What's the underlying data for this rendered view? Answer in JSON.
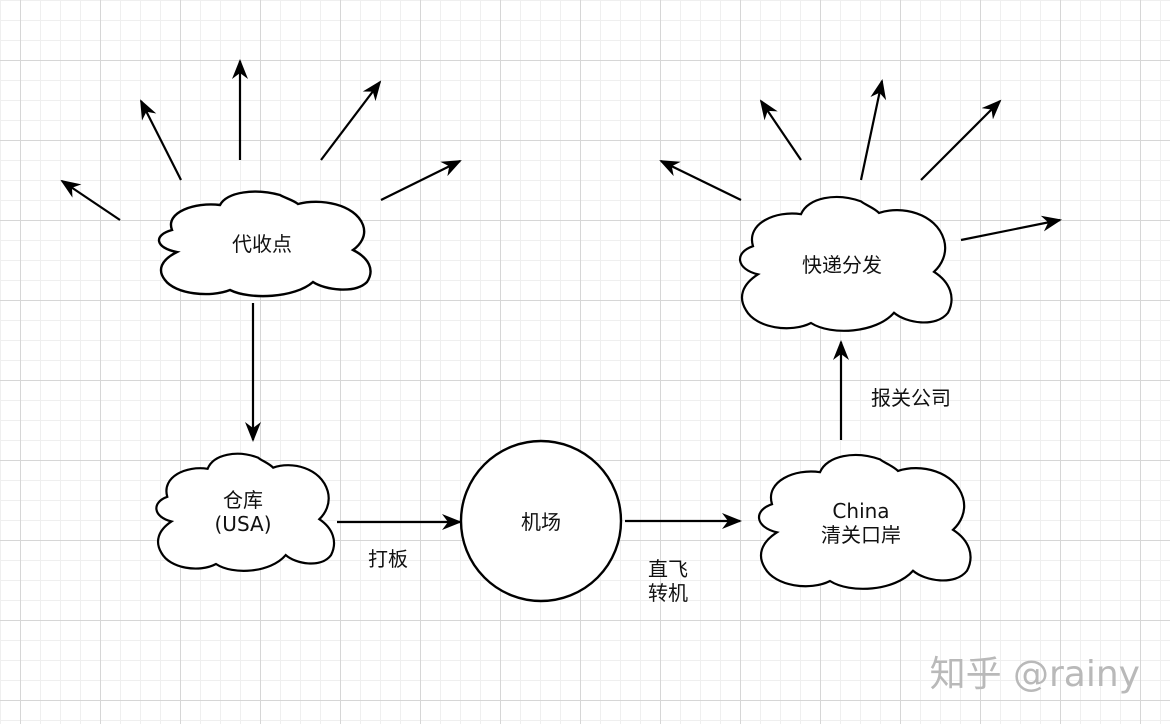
{
  "diagram": {
    "title": "",
    "nodes": {
      "pickup_point": {
        "label": "代收点",
        "shape": "cloud"
      },
      "warehouse": {
        "label_line1": "仓库",
        "label_line2": "(USA)",
        "shape": "cloud"
      },
      "airport": {
        "label": "机场",
        "shape": "circle"
      },
      "china_port": {
        "label_line1": "China",
        "label_line2": "清关口岸",
        "shape": "cloud"
      },
      "express_dispatch": {
        "label": "快递分发",
        "shape": "cloud"
      }
    },
    "edges": [
      {
        "from": "pickup_point",
        "to": "warehouse",
        "label": ""
      },
      {
        "from": "warehouse",
        "to": "airport",
        "label": "打板"
      },
      {
        "from": "airport",
        "to": "china_port",
        "label_line1": "直飞",
        "label_line2": "转机"
      },
      {
        "from": "china_port",
        "to": "express_dispatch",
        "label": "报关公司"
      }
    ],
    "edge_labels": {
      "palletize": "打板",
      "direct_flight": "直飞",
      "transfer": "转机",
      "customs_broker": "报关公司"
    },
    "fan_in_arrows_count": 5,
    "fan_out_arrows_count": 5
  },
  "watermark": "知乎 @rainy",
  "colors": {
    "stroke": "#000000",
    "grid_major": "#d6d6d6",
    "grid_minor": "#efefef",
    "watermark": "#b9b9b9"
  }
}
